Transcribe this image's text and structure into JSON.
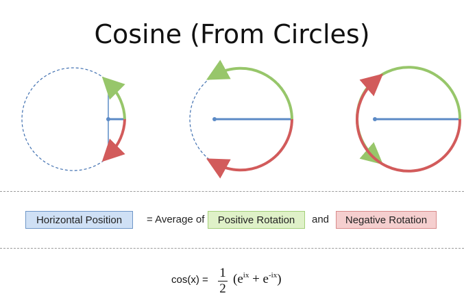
{
  "title": "Cosine (From Circles)",
  "colors": {
    "horizontal": "#5b8ac6",
    "positive": "#97c66a",
    "negative": "#d25b5b",
    "circle_dash": "#3f6fb0"
  },
  "legend": {
    "horizontal_label": "Horizontal Position",
    "equals_text": "= Average of",
    "positive_label": "Positive Rotation",
    "and_text": "and",
    "negative_label": "Negative Rotation"
  },
  "formula": {
    "lhs": "cos(x) =",
    "numerator": "1",
    "denominator": "2",
    "open": "(e",
    "exp1": "ix",
    "plus": " + e",
    "exp2": "-ix",
    "close": ")"
  }
}
